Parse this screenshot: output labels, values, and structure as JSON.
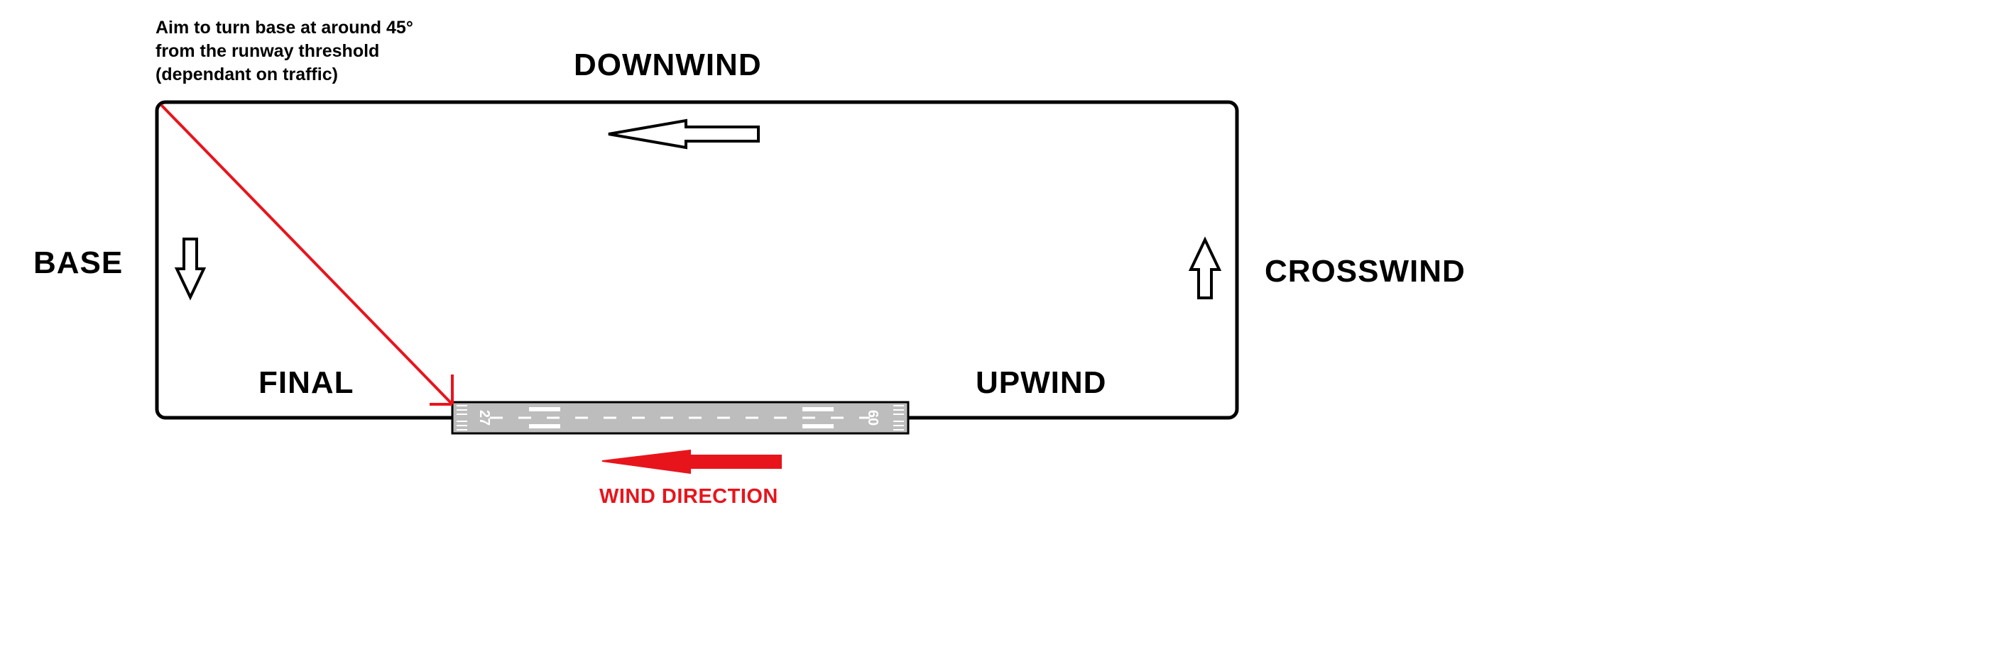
{
  "note": {
    "lines": [
      "Aim to turn base at around 45°",
      "from the runway threshold",
      "(dependant on traffic)"
    ]
  },
  "legs": {
    "downwind": "DOWNWIND",
    "base": "BASE",
    "crosswind": "CROSSWIND",
    "final": "FINAL",
    "upwind": "UPWIND"
  },
  "runway": {
    "left_number": "27",
    "right_number": "09"
  },
  "wind": {
    "label": "WIND DIRECTION"
  },
  "colors": {
    "line": "#000000",
    "accent": "#e8141c",
    "runway": "#bdbdbd",
    "runway_marking": "#ffffff"
  }
}
